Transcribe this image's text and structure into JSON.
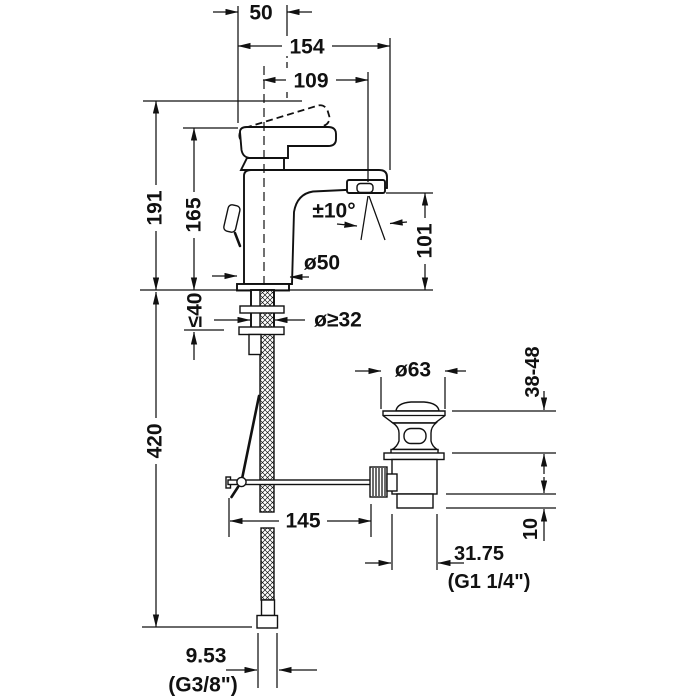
{
  "drawing": {
    "kind": "technical-dimension-drawing",
    "subject": "single-lever-basin-mixer-with-popup-waste",
    "dims": {
      "d50": "50",
      "d154": "154",
      "d109": "109",
      "d191": "191",
      "d165": "165",
      "angle": "±10°",
      "d101": "101",
      "dia50": "ø50",
      "le40": "≤40",
      "dia32": "ø≥32",
      "d420": "420",
      "dia63": "ø63",
      "r3848": "38-48",
      "d145": "145",
      "d10": "10",
      "d3175": "31.75",
      "g114": "(G1 1/4\")",
      "d953": "9.53",
      "g38": "(G3/8\")"
    }
  }
}
